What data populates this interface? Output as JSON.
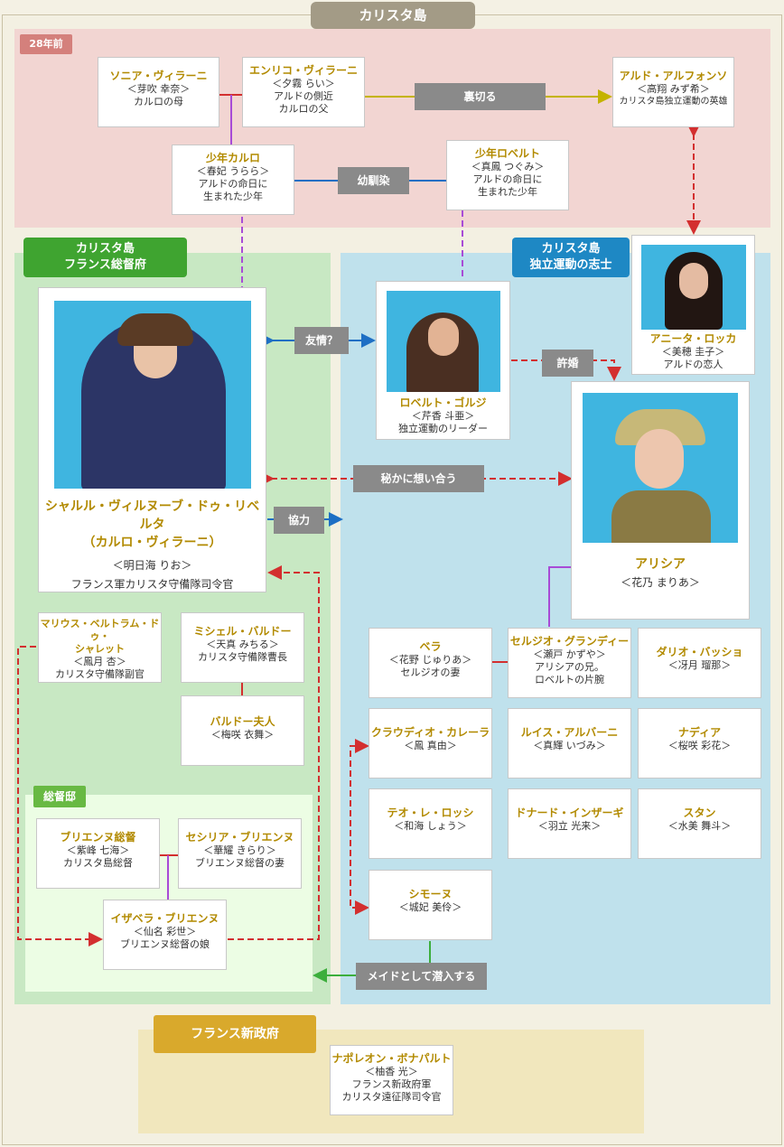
{
  "title": "カリスタ島",
  "sections": {
    "past": "28年前",
    "france_gov": "カリスタ島\nフランス総督府",
    "independence": "カリスタ島\n独立運動の志士",
    "residence": "総督邸",
    "new_gov": "フランス新政府"
  },
  "relations": {
    "betray": "裏切る",
    "childhood": "幼馴染",
    "friendship": "友情？",
    "engaged": "許婚",
    "secret_love": "秘かに想い合う",
    "cooperate": "協力",
    "maid": "メイドとして潜入する"
  },
  "people": {
    "sonia": {
      "name": "ソニア・ヴィラーニ",
      "actor": "＜芽吹 幸奈＞",
      "note1": "カルロの母"
    },
    "enrico": {
      "name": "エンリコ・ヴィラーニ",
      "actor": "＜夕霧 らい＞",
      "note1": "アルドの側近",
      "note2": "カルロの父"
    },
    "aldo": {
      "name": "アルド・アルフォンソ",
      "actor": "＜高翔 みず希＞",
      "note1": "カリスタ島独立運動の英雄"
    },
    "young_carlo": {
      "name": "少年カルロ",
      "actor": "＜春妃 うらら＞",
      "note1": "アルドの命日に",
      "note2": "生まれた少年"
    },
    "young_roberto": {
      "name": "少年ロベルト",
      "actor": "＜真鳳 つぐみ＞",
      "note1": "アルドの命日に",
      "note2": "生まれた少年"
    },
    "charles": {
      "name1": "シャルル・ヴィルヌーブ・ドゥ・リベルタ",
      "name2": "（カルロ・ヴィラーニ）",
      "actor": "＜明日海 りお＞",
      "note1": "フランス軍カリスタ守備隊司令官"
    },
    "roberto": {
      "name": "ロベルト・ゴルジ",
      "actor": "＜芹香 斗亜＞",
      "note1": "独立運動のリーダー"
    },
    "anita": {
      "name": "アニータ・ロッカ",
      "actor": "＜美穂 圭子＞",
      "note1": "アルドの恋人"
    },
    "alicia": {
      "name": "アリシア",
      "actor": "＜花乃 まりあ＞"
    },
    "marius": {
      "name1": "マリウス・ベルトラム・ドゥ・",
      "name2": "シャレット",
      "actor": "＜鳳月 杏＞",
      "note1": "カリスタ守備隊副官"
    },
    "michel": {
      "name": "ミシェル・バルドー",
      "actor": "＜天真 みちる＞",
      "note1": "カリスタ守備隊曹長"
    },
    "mme_bardot": {
      "name": "バルドー夫人",
      "actor": "＜梅咲 衣舞＞"
    },
    "brienne": {
      "name": "ブリエンヌ総督",
      "actor": "＜紫峰 七海＞",
      "note1": "カリスタ島総督"
    },
    "cecilia": {
      "name": "セシリア・ブリエンヌ",
      "actor": "＜華耀 きらり＞",
      "note1": "ブリエンヌ総督の妻"
    },
    "isabella": {
      "name": "イザベラ・ブリエンヌ",
      "actor": "＜仙名 彩世＞",
      "note1": "ブリエンヌ総督の娘"
    },
    "bella": {
      "name": "ベラ",
      "actor": "＜花野 じゅりあ＞",
      "note1": "セルジオの妻"
    },
    "sergio": {
      "name": "セルジオ・グランディー",
      "actor": "＜瀬戸 かずや＞",
      "note1": "アリシアの兄。",
      "note2": "ロベルトの片腕"
    },
    "dario": {
      "name": "ダリオ・バッショ",
      "actor": "＜冴月 瑠那＞"
    },
    "claudio": {
      "name": "クラウディオ・カレーラ",
      "actor": "＜鳳 真由＞"
    },
    "luis": {
      "name": "ルイス・アルバーニ",
      "actor": "＜真輝 いづみ＞"
    },
    "nadia": {
      "name": "ナディア",
      "actor": "＜桜咲 彩花＞"
    },
    "teo": {
      "name": "テオ・レ・ロッシ",
      "actor": "＜和海 しょう＞"
    },
    "donard": {
      "name": "ドナード・インザーギ",
      "actor": "＜羽立 光来＞"
    },
    "stan": {
      "name": "スタン",
      "actor": "＜水美 舞斗＞"
    },
    "simone": {
      "name": "シモーヌ",
      "actor": "＜城妃 美伶＞"
    },
    "napoleon": {
      "name": "ナポレオン・ボナパルト",
      "actor": "＜柚香 光＞",
      "note1": "フランス新政府軍",
      "note2": "カリスタ遠征隊司令官"
    }
  },
  "colors": {
    "gold": "#b28a00",
    "past_bg": "#f2d5d2",
    "green_bg": "#c8e8c3",
    "blue_bg": "#bfe1ec",
    "residence_bg": "#ecfde4",
    "newgov_bg": "#f1e7bd"
  }
}
